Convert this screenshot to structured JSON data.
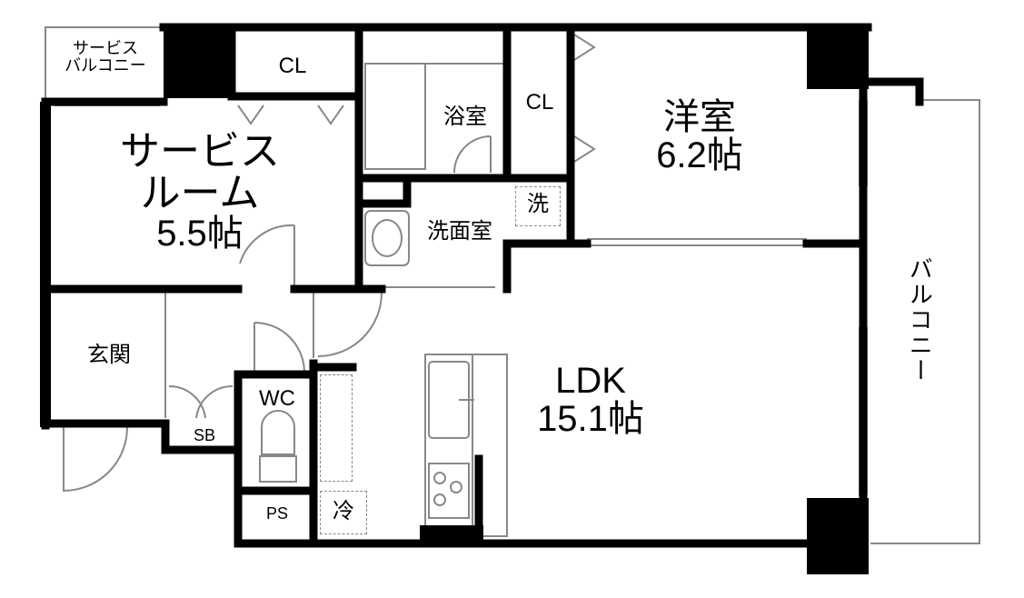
{
  "rooms": {
    "service_balcony": [
      "サービス",
      "バルコニー"
    ],
    "closet_top": "CL",
    "bathroom": "浴室",
    "closet_mid": "CL",
    "western_room": [
      "洋室",
      "6.2帖"
    ],
    "service_room": [
      "サービス",
      "ルーム",
      "5.5帖"
    ],
    "washroom": "洗面室",
    "washer": "洗",
    "balcony": "バルコニー",
    "entrance": "玄関",
    "ldk": [
      "LDK",
      "15.1帖"
    ],
    "wc": "WC",
    "shoe_box": "SB",
    "pipe_space": "PS",
    "fridge": "冷"
  },
  "colors": {
    "wall": "#000000",
    "thin_line": "#888888",
    "background": "#ffffff"
  }
}
